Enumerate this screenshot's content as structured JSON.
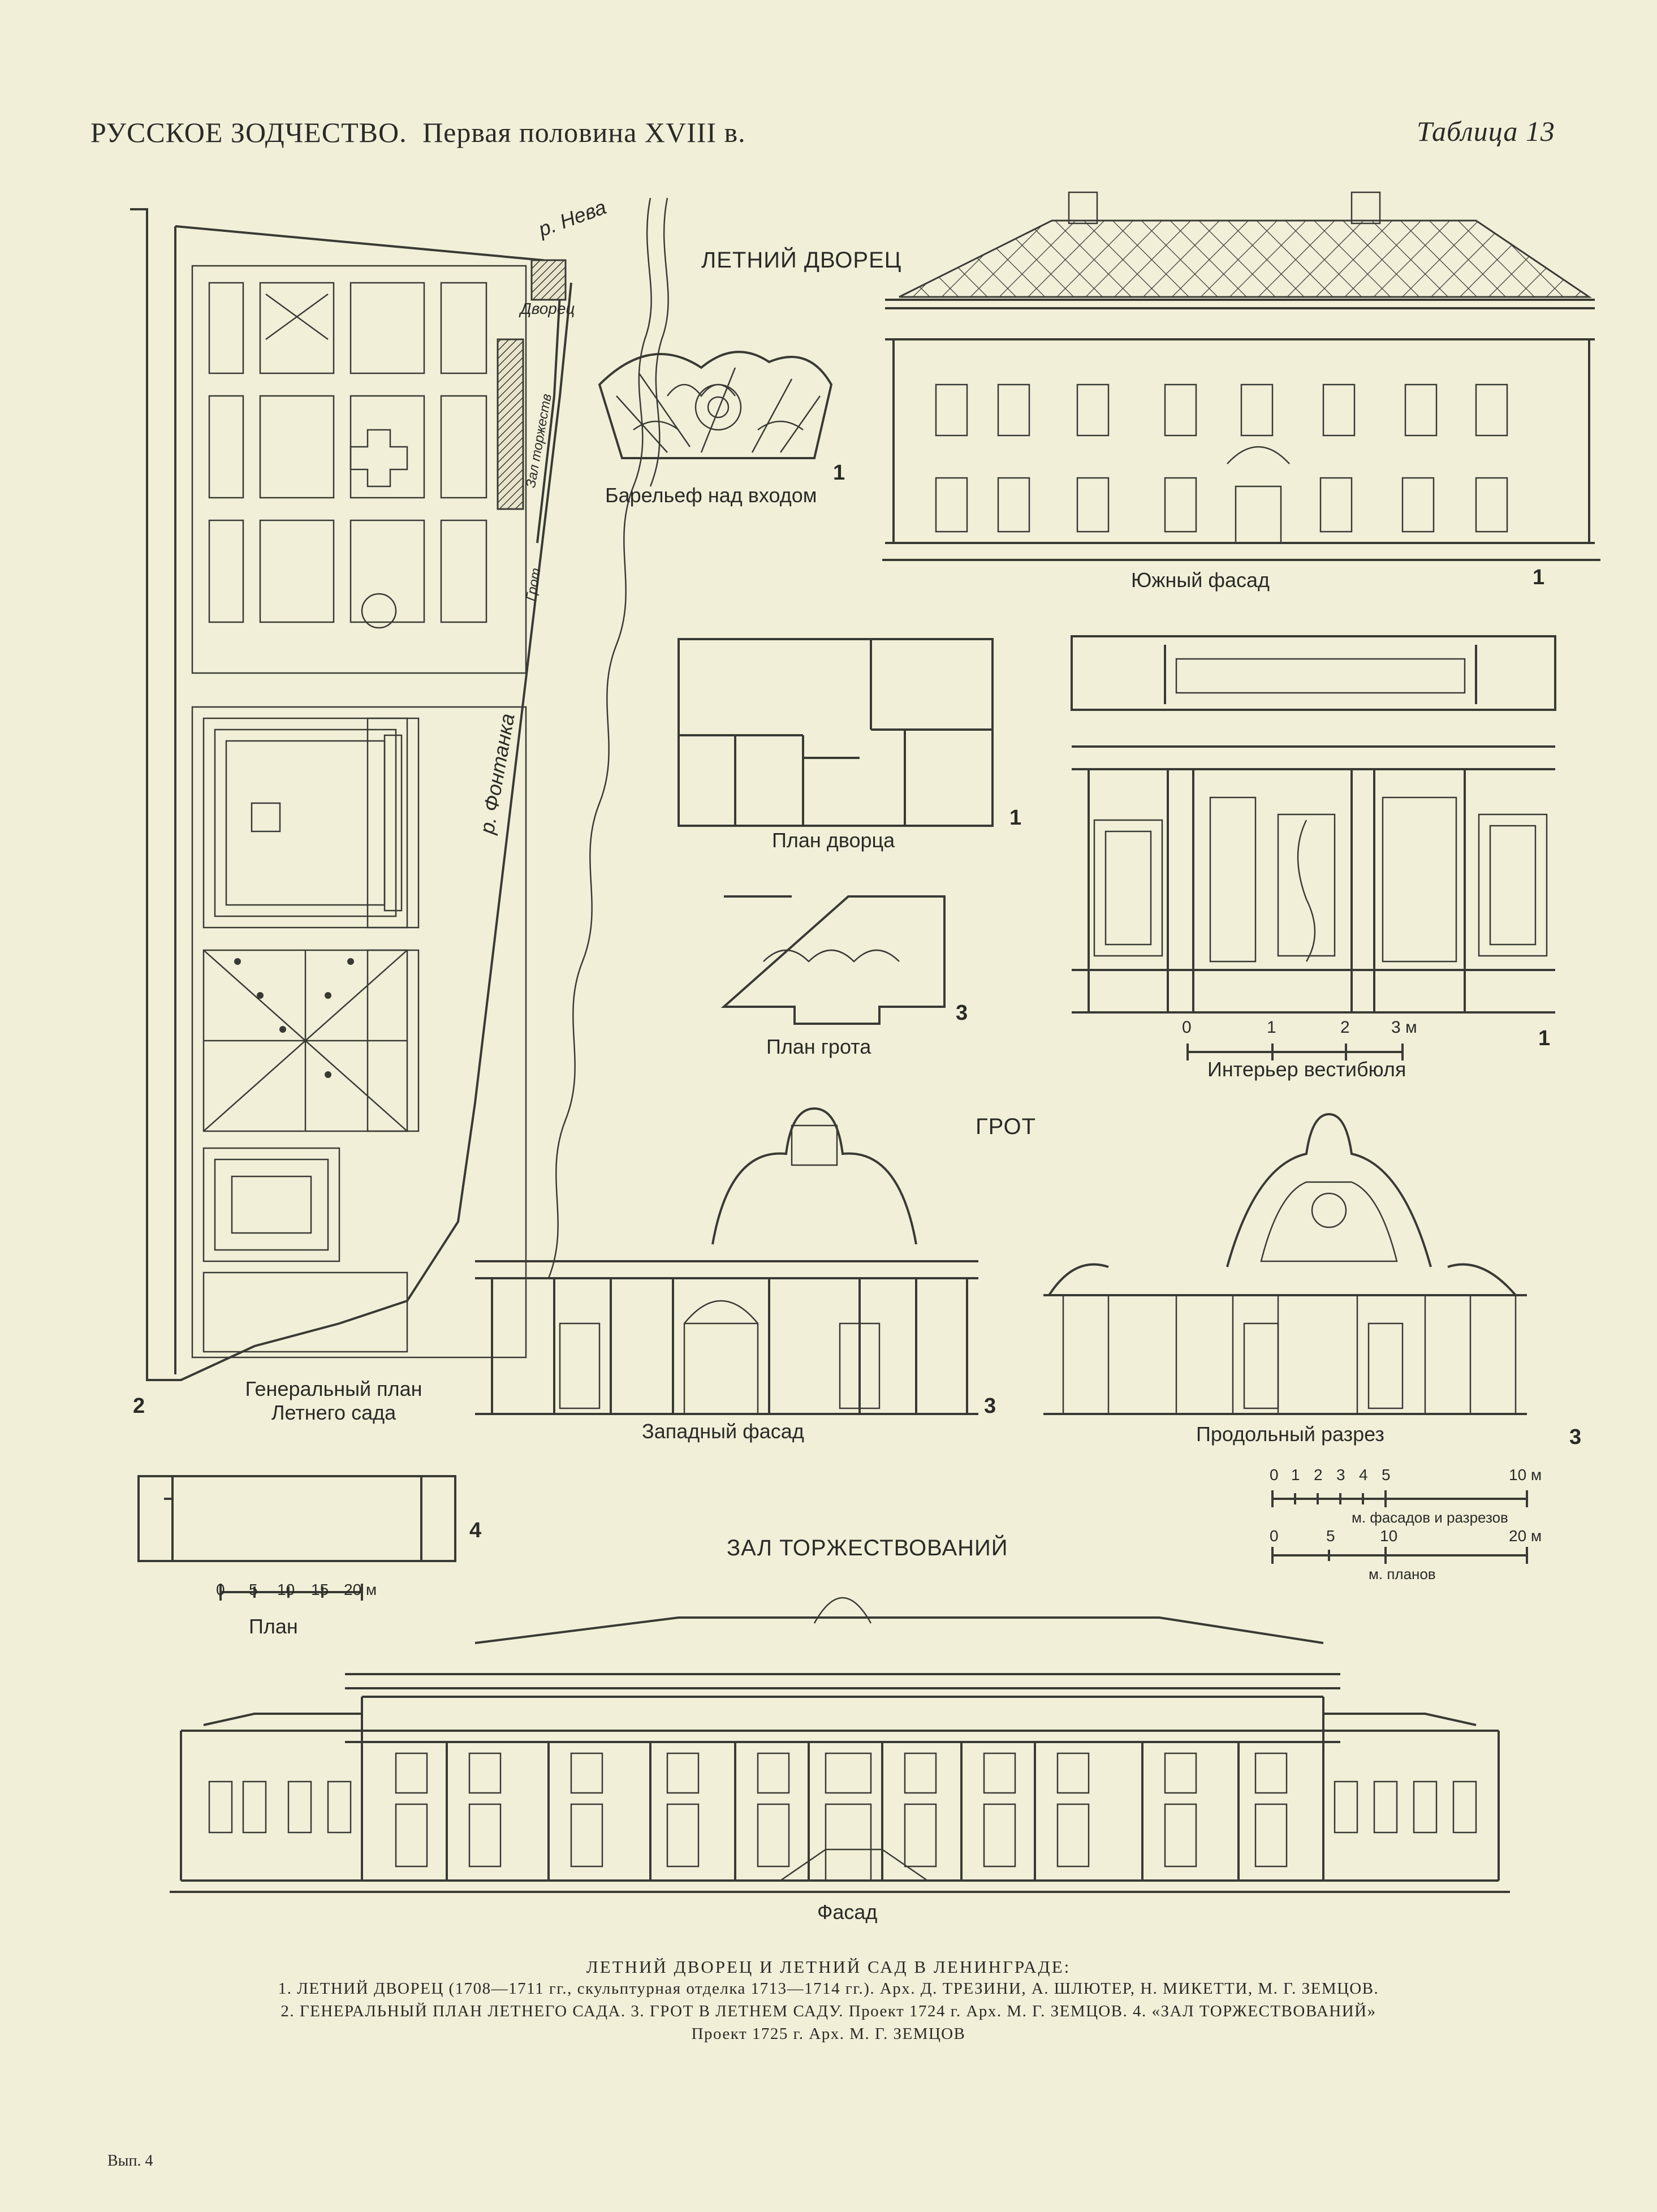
{
  "header": {
    "title_left": "РУССКОЕ ЗОДЧЕСТВО.",
    "title_right": "Первая половина XVIII в.",
    "table": "Таблица 13"
  },
  "sections": {
    "summer_palace": "ЛЕТНИЙ ДВОРЕЦ",
    "grotto": "ГРОТ",
    "hall": "ЗАЛ ТОРЖЕСТВОВАНИЙ"
  },
  "plan_labels": {
    "neva": "р. Нева",
    "fontanka": "р. Фонтанка",
    "palace": "Дворец",
    "hall": "Зал торжеств",
    "grotto": "Грот"
  },
  "figures": {
    "relief": {
      "label": "Барельеф над входом",
      "num": "1"
    },
    "south_facade": {
      "label": "Южный фасад",
      "num": "1"
    },
    "palace_plan": {
      "label": "План дворца",
      "num": "1"
    },
    "grotto_plan": {
      "label": "План грота",
      "num": "3"
    },
    "vestibule": {
      "label": "Интерьер вестибюля",
      "num": "1"
    },
    "general_plan": {
      "label_1": "Генеральный план",
      "label_2": "Летнего сада",
      "num": "2"
    },
    "west_facade": {
      "label": "Западный фасад",
      "num": "3"
    },
    "section": {
      "label": "Продольный разрез",
      "num": "3"
    },
    "hall_plan": {
      "label": "План",
      "num": "4"
    },
    "hall_facade": {
      "label": "Фасад"
    }
  },
  "scales": {
    "vestibule": [
      "0",
      "1",
      "2",
      "3 м"
    ],
    "facades": {
      "ticks": [
        "0",
        "1",
        "2",
        "3",
        "4",
        "5",
        "10 м"
      ],
      "label": "м. фасадов и разрезов"
    },
    "plans": {
      "ticks": [
        "0",
        "5",
        "10",
        "20 м"
      ],
      "label": "м. планов"
    },
    "hall_plan": [
      "0",
      "5",
      "10",
      "15",
      "20 м"
    ]
  },
  "caption": {
    "line1": "ЛЕТНИЙ ДВОРЕЦ И ЛЕТНИЙ САД В ЛЕНИНГРАДЕ:",
    "line2": "1. ЛЕТНИЙ ДВОРЕЦ (1708—1711 гг., скульптурная отделка 1713—1714 гг.). Арх. Д. ТРЕЗИНИ, А. ШЛЮТЕР, Н. МИКЕТТИ, М. Г. ЗЕМЦОВ.",
    "line3": "2. ГЕНЕРАЛЬНЫЙ ПЛАН ЛЕТНЕГО САДА. 3. ГРОТ В ЛЕТНЕМ САДУ. Проект 1724 г. Арх. М. Г. ЗЕМЦОВ. 4. «ЗАЛ ТОРЖЕСТВОВАНИЙ»",
    "line4": "Проект 1725 г. Арх. М. Г. ЗЕМЦОВ"
  },
  "footer": {
    "issue": "Вып. 4"
  }
}
